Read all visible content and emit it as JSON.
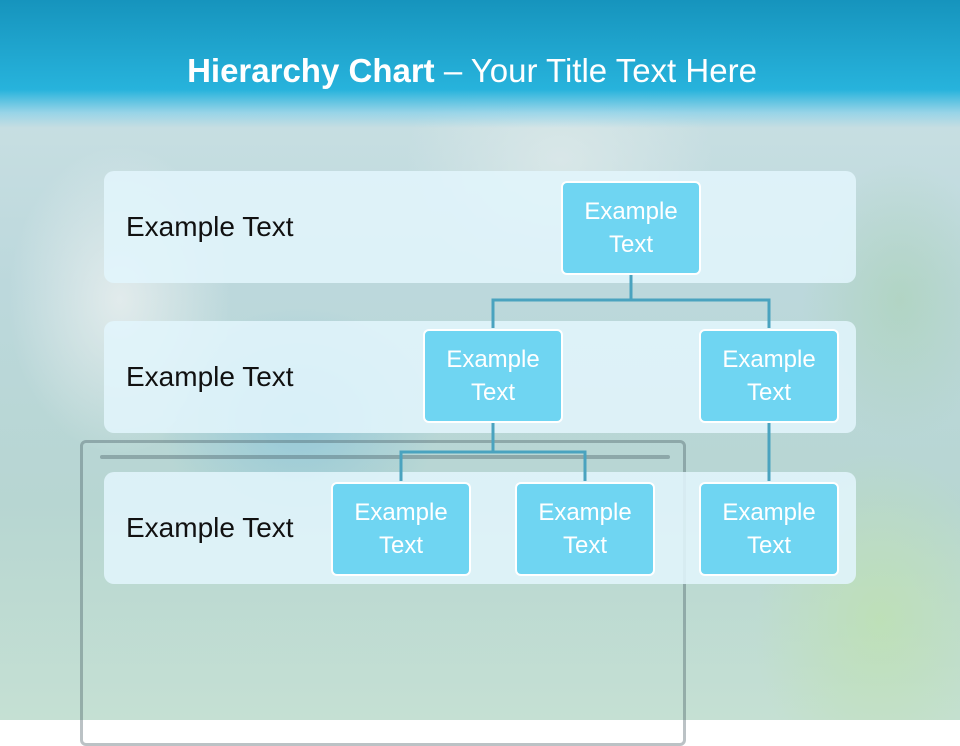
{
  "slide": {
    "title_bold": "Hierarchy Chart",
    "title_rest": " – Your Title Text Here"
  },
  "levels": [
    {
      "label": "Example Text"
    },
    {
      "label": "Example Text"
    },
    {
      "label": "Example Text"
    }
  ],
  "nodes": {
    "root": {
      "text": "Example Text"
    },
    "l2_left": {
      "text": "Example Text"
    },
    "l2_right": {
      "text": "Example Text"
    },
    "l3_a": {
      "text": "Example Text"
    },
    "l3_b": {
      "text": "Example Text"
    },
    "l3_c": {
      "text": "Example Text"
    }
  },
  "colors": {
    "header": "#27b3dc",
    "node_fill": "#6fd5f2",
    "connector": "#4aa3bf"
  }
}
